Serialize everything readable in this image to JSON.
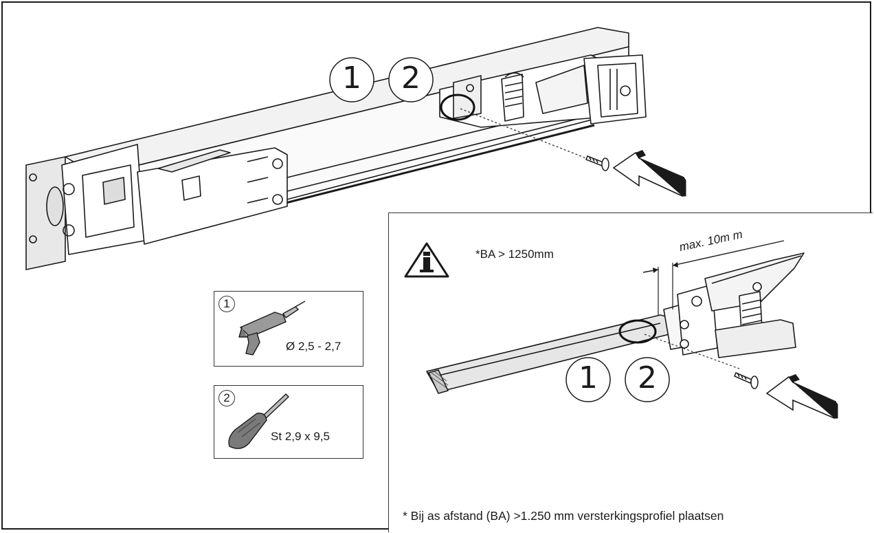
{
  "callouts_top": [
    "1",
    "2"
  ],
  "callouts_detail": [
    "1",
    "2"
  ],
  "tools": [
    {
      "number": "1",
      "name_icon": "drill-icon",
      "spec": "Ø 2,5 - 2,7"
    },
    {
      "number": "2",
      "name_icon": "screwdriver-icon",
      "spec": "St 2,9 x 9,5"
    }
  ],
  "detail": {
    "warning_icon": "info-warning-icon",
    "warning_text": "*BA > 1250mm",
    "max_label": "max. 10m m",
    "footnote": "* Bij as afstand (BA) >1.250 mm versterkingsprofiel plaatsen"
  }
}
